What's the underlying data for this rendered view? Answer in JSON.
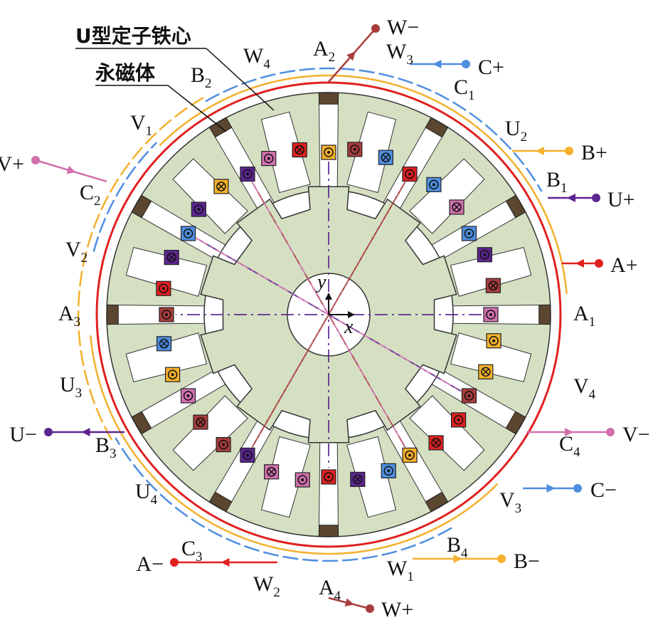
{
  "colors": {
    "stator": "#d5e0c3",
    "pm": "#5b4630",
    "phaseA": "#e02020",
    "phaseB": "#f4b02c",
    "phaseC": "#4f8ee0",
    "phaseU": "#5c2590",
    "phaseV": "#d070ad",
    "phaseW": "#a83c3c",
    "dot": "#111111"
  },
  "callouts": {
    "stator_core": "U型定子铁心",
    "magnet": "永磁体"
  },
  "axes": {
    "x": "x",
    "y": "y"
  },
  "terminals": [
    {
      "id": "w-minus-top",
      "base": "W",
      "sign": "−",
      "color": "#a83c3c"
    },
    {
      "id": "c-plus",
      "base": "C",
      "sign": "+",
      "color": "#4f8ee0"
    },
    {
      "id": "b-plus",
      "base": "B",
      "sign": "+",
      "color": "#f4b02c"
    },
    {
      "id": "u-plus",
      "base": "U",
      "sign": "+",
      "color": "#5c2590"
    },
    {
      "id": "a-plus",
      "base": "A",
      "sign": "+",
      "color": "#e02020"
    },
    {
      "id": "v-minus",
      "base": "V",
      "sign": "−",
      "color": "#d070ad"
    },
    {
      "id": "c-minus",
      "base": "C",
      "sign": "−",
      "color": "#4f8ee0"
    },
    {
      "id": "b-minus",
      "base": "B",
      "sign": "−",
      "color": "#f4b02c"
    },
    {
      "id": "w-plus",
      "base": "W",
      "sign": "+",
      "color": "#a83c3c"
    },
    {
      "id": "a-minus",
      "base": "A",
      "sign": "−",
      "color": "#e02020"
    },
    {
      "id": "u-minus",
      "base": "U",
      "sign": "−",
      "color": "#5c2590"
    },
    {
      "id": "v-plus",
      "base": "V",
      "sign": "+",
      "color": "#d070ad"
    }
  ],
  "coil_labels": [
    {
      "id": "a2",
      "base": "A",
      "sub": "2"
    },
    {
      "id": "w4",
      "base": "W",
      "sub": "4"
    },
    {
      "id": "w3",
      "base": "W",
      "sub": "3"
    },
    {
      "id": "b2",
      "base": "B",
      "sub": "2"
    },
    {
      "id": "c1",
      "base": "C",
      "sub": "1"
    },
    {
      "id": "v1",
      "base": "V",
      "sub": "1"
    },
    {
      "id": "u2",
      "base": "U",
      "sub": "2"
    },
    {
      "id": "b1",
      "base": "B",
      "sub": "1"
    },
    {
      "id": "c2",
      "base": "C",
      "sub": "2"
    },
    {
      "id": "v2",
      "base": "V",
      "sub": "2"
    },
    {
      "id": "a3",
      "base": "A",
      "sub": "3"
    },
    {
      "id": "a1",
      "base": "A",
      "sub": "1"
    },
    {
      "id": "u3",
      "base": "U",
      "sub": "3"
    },
    {
      "id": "v4",
      "base": "V",
      "sub": "4"
    },
    {
      "id": "b3",
      "base": "B",
      "sub": "3"
    },
    {
      "id": "c4",
      "base": "C",
      "sub": "4"
    },
    {
      "id": "u4",
      "base": "U",
      "sub": "4"
    },
    {
      "id": "v3",
      "base": "V",
      "sub": "3"
    },
    {
      "id": "b4",
      "base": "B",
      "sub": "4"
    },
    {
      "id": "c3",
      "base": "C",
      "sub": "3"
    },
    {
      "id": "w1",
      "base": "W",
      "sub": "1"
    },
    {
      "id": "w2",
      "base": "W",
      "sub": "2"
    },
    {
      "id": "a4",
      "base": "A",
      "sub": "4"
    }
  ]
}
